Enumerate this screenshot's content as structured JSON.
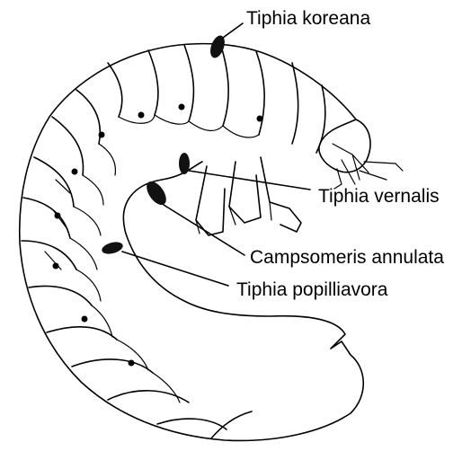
{
  "figure": {
    "labels": {
      "tiphia_koreana": "Tiphia koreana",
      "tiphia_vernalis": "Tiphia vernalis",
      "campsomeris_annulata": "Campsomeris annulata",
      "tiphia_popilliavora": "Tiphia popilliavora"
    },
    "colors": {
      "ink": "#000000",
      "background": "#ffffff"
    }
  }
}
